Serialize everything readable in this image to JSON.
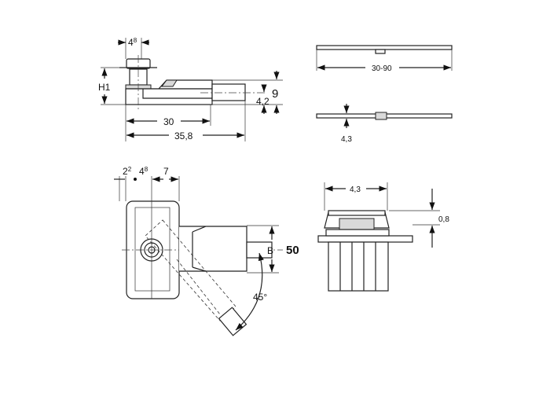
{
  "side_view": {
    "dim_top": "4",
    "dim_top_sup": "8",
    "dim_h": "H1",
    "dim_30": "30",
    "dim_358": "35,8",
    "dim_42": "4,2",
    "dim_9": "9"
  },
  "top_right_view": {
    "dim_length": "30-90",
    "dim_43": "4,3"
  },
  "plan_view": {
    "dim_a": "2",
    "dim_a_sup": "2",
    "dim_b": "4",
    "dim_b_sup": "8",
    "dim_c": "7",
    "dim_B": "B",
    "dim_50": "50",
    "angle": "45°"
  },
  "section_view": {
    "dim_width": "4,3",
    "dim_08": "0,8"
  }
}
